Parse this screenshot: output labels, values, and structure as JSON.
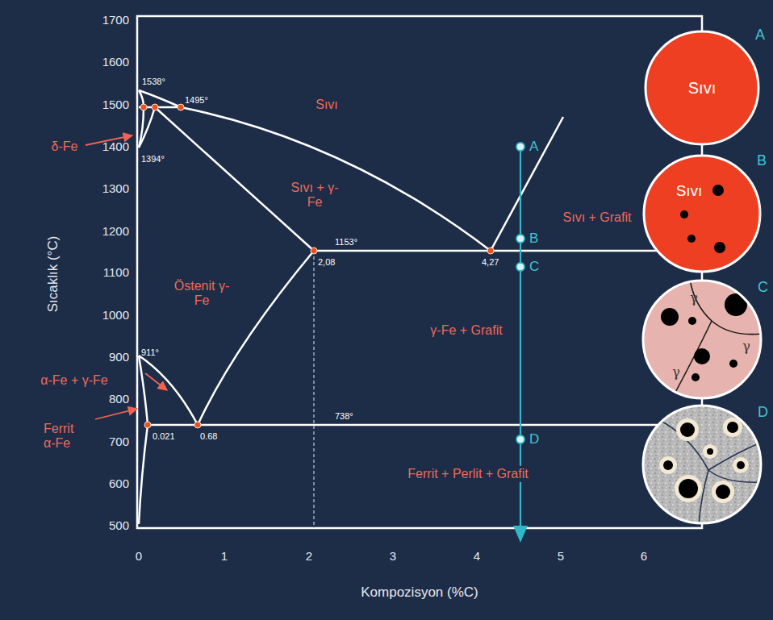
{
  "diagram": {
    "nodes": [
      {
        "text": [
          "A",
          "Sıvı"
        ]
      },
      {
        "text": [
          "B",
          "Sıvı"
        ]
      },
      {
        "text": [
          "C",
          "γ",
          "γ",
          "γ"
        ]
      },
      {
        "text": [
          "D"
        ]
      }
    ],
    "labels": [
      "1700",
      "1600",
      "1500",
      "1400",
      "1300",
      "1200",
      "1100",
      "1000",
      "900",
      "800",
      "700",
      "600",
      "500",
      "0",
      "1",
      "2",
      "3",
      "4",
      "5",
      "6",
      "Sıcaklık (°C)",
      "Kompozisyon (%C)",
      "1538°",
      "1495°",
      "1394°",
      "1153°",
      "911°",
      "738°",
      "2,08",
      "4,27",
      "0.021",
      "0.68",
      "Sıvı",
      "Sıvı + γ-Fe",
      "Sıvı + Grafit",
      "Östenit γ-Fe",
      "γ-Fe + Grafit",
      "δ-Fe",
      "α-Fe + γ-Fe",
      "Ferrit α-Fe",
      "Ferrit + Perlit + Grafit",
      "A",
      "B",
      "C",
      "D"
    ]
  }
}
